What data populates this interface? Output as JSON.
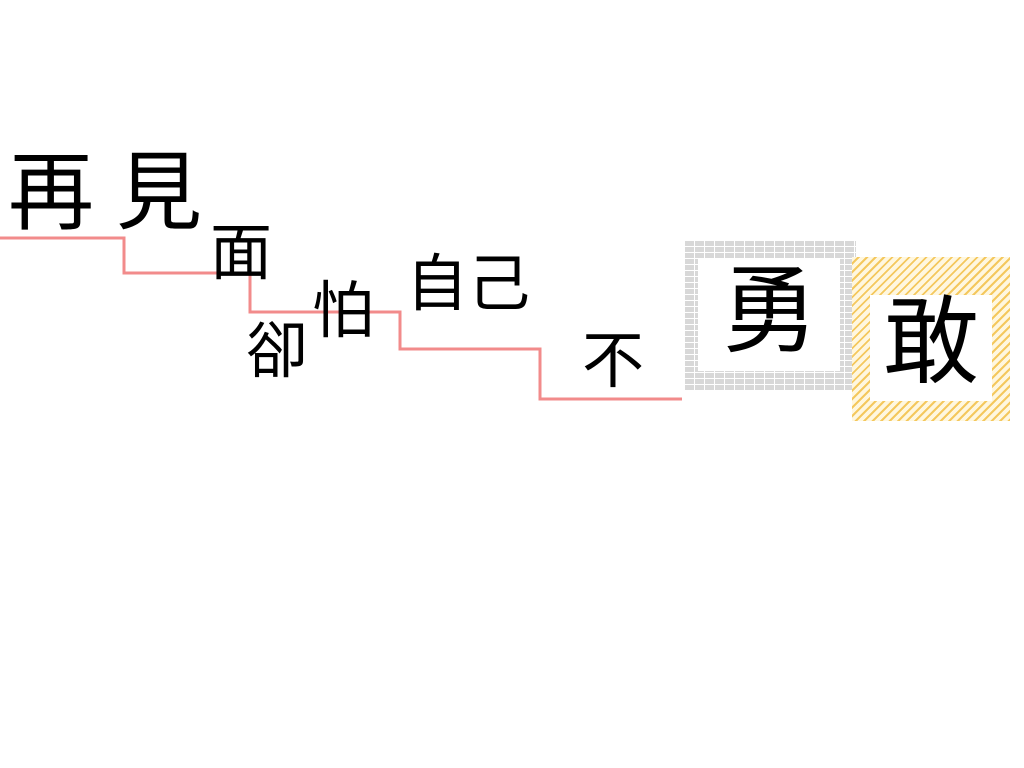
{
  "words": {
    "zai": "再",
    "jian": "見",
    "mian": "面",
    "que": "卻",
    "pa": "怕",
    "ziji": "自己",
    "bu": "不",
    "yong": "勇",
    "gan": "敢"
  },
  "colors": {
    "step_line": "#f28b8b",
    "brick_fill": "#d8d8d8",
    "stripe_fill": "#f4c85e",
    "text": "#000000",
    "background": "#ffffff"
  }
}
